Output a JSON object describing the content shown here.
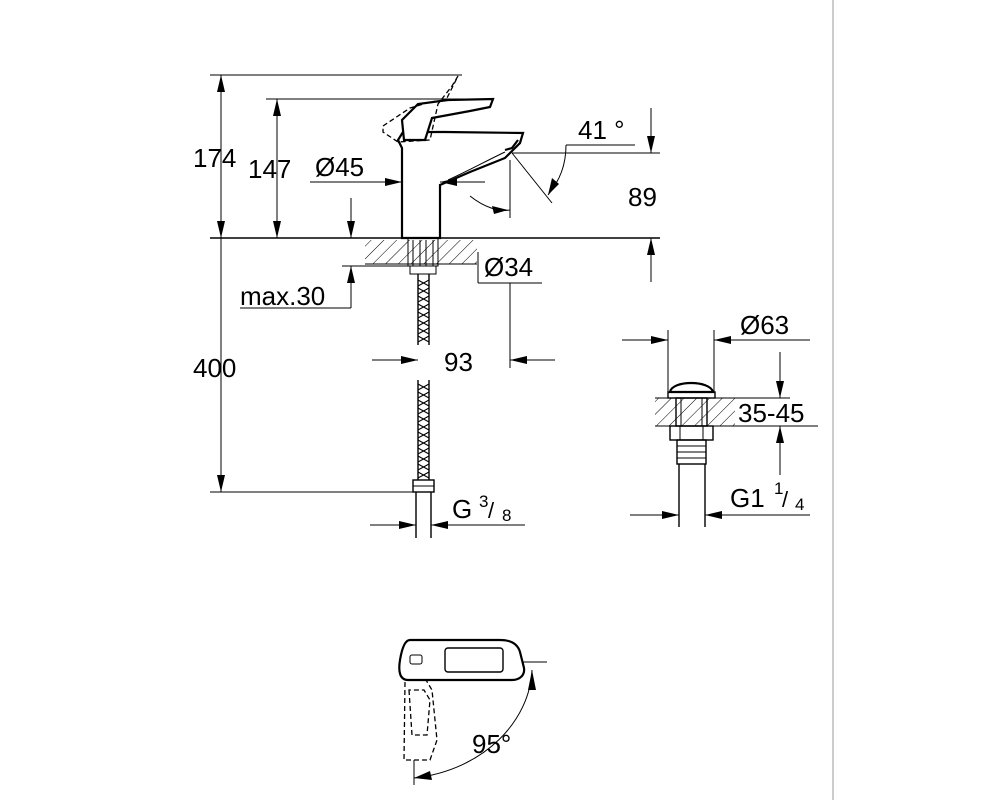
{
  "dimensions": {
    "height_total": "174",
    "height_spout": "147",
    "body_diameter": "Ø45",
    "lever_angle": "41 °",
    "spout_clearance": "89",
    "base_diameter": "Ø34",
    "max_deck": "max.30",
    "hose_length": "400",
    "spout_reach": "93",
    "hose_connection_main": "G",
    "hose_connection_num": "3",
    "hose_connection_den": "8",
    "waste_diameter": "Ø63",
    "waste_range": "35-45",
    "waste_thread_main": "G1",
    "waste_thread_num": "1",
    "waste_thread_den": "4",
    "rotation_angle": "95°"
  }
}
